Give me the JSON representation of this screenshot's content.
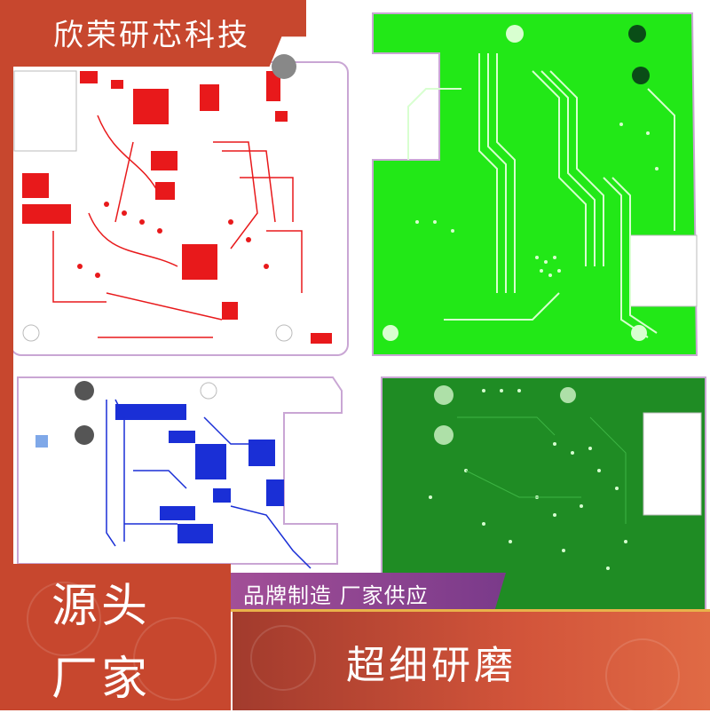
{
  "brand": {
    "name": "欣荣研芯科技"
  },
  "tags": {
    "line1": "源头",
    "line2": "厂家",
    "banner": "品牌制造  厂家供应",
    "slogan": "超细研磨"
  },
  "boards": [
    {
      "id": "red-board",
      "color": "#e8191b"
    },
    {
      "id": "green-board",
      "color": "#22e817"
    },
    {
      "id": "blue-board",
      "color": "#1a2fd6"
    },
    {
      "id": "darkgreen-board",
      "color": "#1f8c24"
    }
  ],
  "colors": {
    "brand_red": "#c7472e",
    "purple": "#8e4494",
    "gold": "#e9b24a"
  }
}
